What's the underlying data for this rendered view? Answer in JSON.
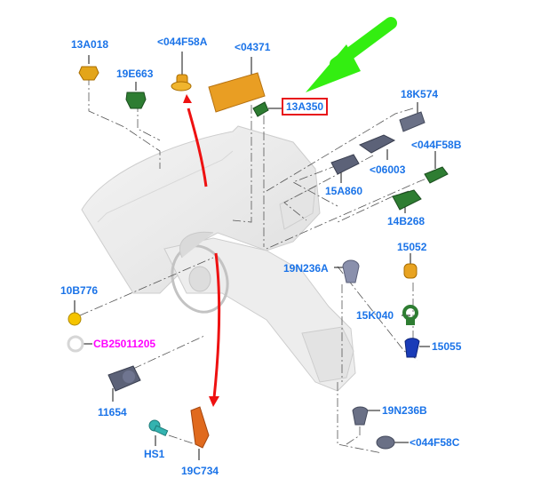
{
  "diagram": {
    "title": "Instrument panel switches and components",
    "highlight_color": "#e8151b",
    "label_color": "#1a73e8",
    "special_label_color": "#ff00ff",
    "arrow_color_green": "#33ee11",
    "arrow_color_red": "#ee1111",
    "highlighted_part": "13A350",
    "parts": {
      "p13A018": "13A018",
      "p19E663": "19E663",
      "p044F58A": "<044F58A",
      "p04371": "<04371",
      "p13A350": "13A350",
      "p18K574": "18K574",
      "p044F58B": "<044F58B",
      "p06003": "<06003",
      "p15A860": "15A860",
      "p14B268": "14B268",
      "p15052": "15052",
      "p19N236A": "19N236A",
      "p15K040": "15K040",
      "p15055": "15055",
      "p10B776": "10B776",
      "pCB25011205": "CB25011205",
      "p11654": "11654",
      "p19N236B": "19N236B",
      "p044F58C": "<044F58C",
      "pHS1": "HS1",
      "p19C734": "19C734"
    }
  }
}
